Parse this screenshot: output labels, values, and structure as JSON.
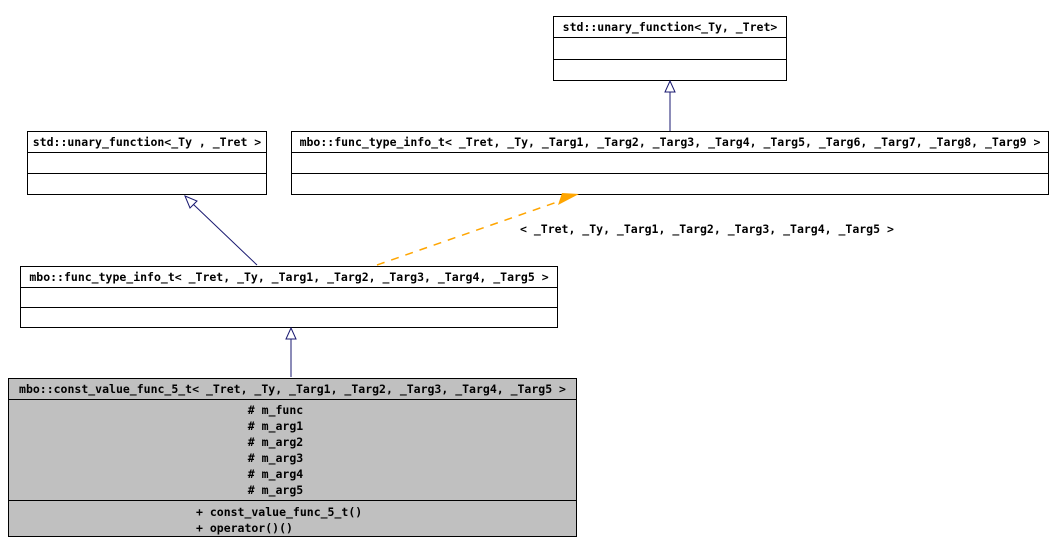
{
  "diagram": {
    "type": "uml-class-inheritance-graph",
    "colors": {
      "background": "#ffffff",
      "box_border": "#000000",
      "box_fill": "#ffffff",
      "focused_box_fill": "#c0c0c0",
      "text": "#000000",
      "inheritance_arrow": "#191970",
      "template_arrow": "#ffa500"
    },
    "classes": [
      {
        "name": "std::unary_function<_Ty, _Tret>"
      },
      {
        "name": "std::unary_function<_Ty , _Tret >"
      },
      {
        "name": "mbo::func_type_info_t< _Tret, _Ty, _Targ1, _Targ2, _Targ3, _Targ4, _Targ5, _Targ6, _Targ7, _Targ8, _Targ9 >"
      },
      {
        "name": "mbo::func_type_info_t< _Tret, _Ty, _Targ1, _Targ2, _Targ3, _Targ4, _Targ5 >"
      },
      {
        "name": "mbo::const_value_func_5_t< _Tret, _Ty, _Targ1, _Targ2, _Targ3, _Targ4, _Targ5 >",
        "attributes": [
          "# m_func",
          "# m_arg1",
          "# m_arg2",
          "# m_arg3",
          "# m_arg4",
          "# m_arg5"
        ],
        "methods": [
          "+ const_value_func_5_t()",
          "+ operator()()"
        ]
      }
    ],
    "template_edge_label": "< _Tret, _Ty, _Targ1, _Targ2, _Targ3, _Targ4, _Targ5 >"
  }
}
